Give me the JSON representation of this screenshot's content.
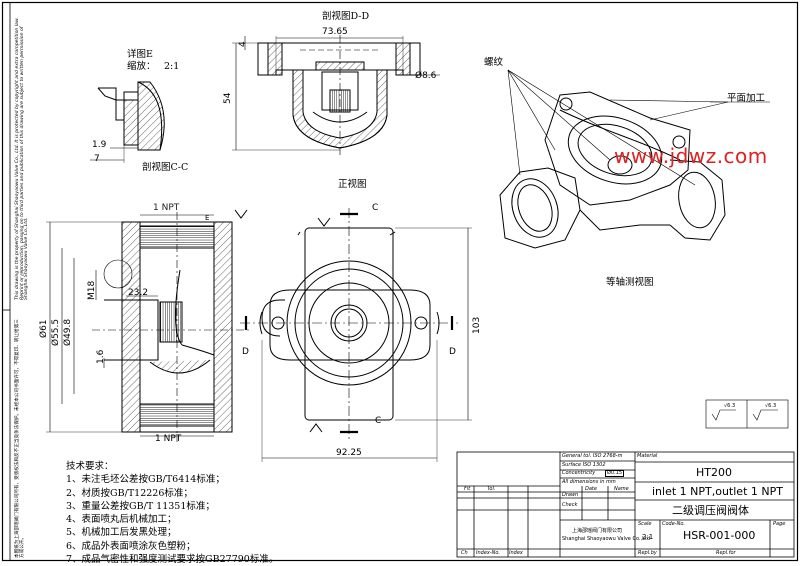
{
  "sheet": {
    "left_notice_en": "This drawing is the property of Shanghai Shaoyaowu Valve Co., Ltd. It is protected by copyright and extra competition law. Reprint or reproduction, passing on to third parties and publication of this drawing are subject to written permission of Shanghai Shaoyaowu Valve Co.,Ltd.",
    "left_notice_cn": "本图纸为上海邵瑶阀门有限公司所有，受版权法和反不正当竞争法保护。未经本公司书面许可，不得复印、转让给第三方或公开。"
  },
  "views": {
    "section_dd_title": "剖视图D-D",
    "section_cc_title": "剖视图C-C",
    "detail_e_title": "详图E",
    "detail_e_scale_label": "缩放：",
    "detail_e_scale": "2:1",
    "front_title": "正视图",
    "iso_title": "等轴测视图",
    "thread_label": "螺纹",
    "plane_label": "平面加工"
  },
  "dims": {
    "d_7365": "73.65",
    "d_4": "4",
    "d_54": "54",
    "d_86": "Ø8.6",
    "d_19": "1.9",
    "d_7": "7",
    "npt_top": "1 NPT",
    "npt_bottom": "1 NPT",
    "e_mark": "E",
    "m18": "M18",
    "d_232": "23.2",
    "d_61": "Ø61",
    "d_555": "Ø55.5",
    "d_498": "Ø49.8",
    "d_16": "1.6",
    "d_103": "103",
    "d_9225": "92.25",
    "c_top": "C",
    "c_bottom": "C",
    "d_left": "D",
    "d_right": "D"
  },
  "watermark": "www.jdwz.com",
  "tech": {
    "title": "技术要求：",
    "items": [
      "1、未注毛坯公差按GB/T6414标准；",
      "2、材质按GB/T12226标准；",
      "3、重量公差按GB/T 11351标准；",
      "4、表面喷丸后机械加工；",
      "5、机械加工后发黑处理；",
      "6、成品外表面喷涂灰色塑粉；",
      "7、成品气密性和强度测试要求按GB27790标准。"
    ]
  },
  "title_block": {
    "general_tol": "General tol. ISO 2768-m",
    "surface_iso": "Surface ISO 1302",
    "concentricity": "Concentricity",
    "conc_value": "Ø0.15",
    "all_dims": "All dimensions in mm",
    "material_label": "Material",
    "material": "HT200",
    "title_en": "inlet 1 NPT,outlet 1 NPT",
    "title_cn": "二级调压阀阀体",
    "fit": "Fit",
    "tol": "Tol.",
    "date": "Date",
    "name": "Name",
    "drawn": "Drawn",
    "check": "Check",
    "company_cn": "上海邵瑶阀门有限公司",
    "company_en": "Shanghai Shaoyaowu Valve Co.,Ltd",
    "scale_label": "Scale",
    "scale": "2:1",
    "code_label": "Code-No.",
    "code": "HSR-001-000",
    "page_label": "Page",
    "index": "Index-No.",
    "repl_by": "Repl.by",
    "repl_for": "Repl.for",
    "rev_ch": "Ch",
    "rev_idx": "Index"
  },
  "roughness_symbols": {
    "a": "√6.3",
    "b": "√6.3"
  }
}
